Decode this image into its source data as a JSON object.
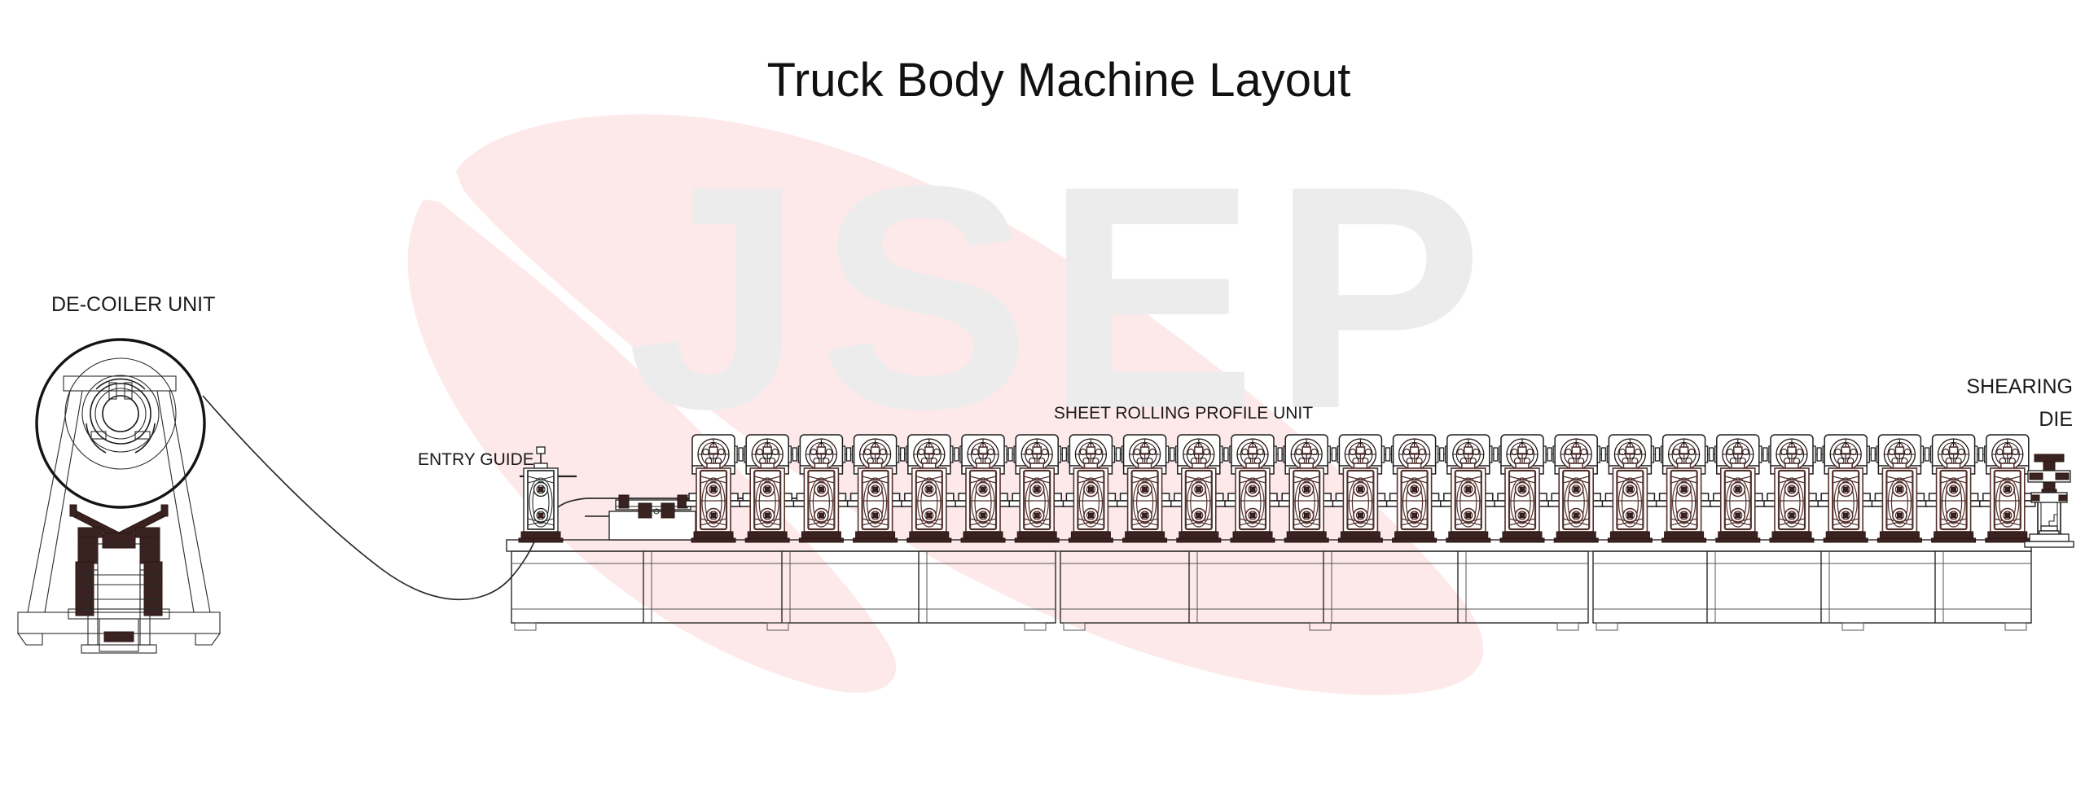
{
  "page": {
    "title": "Truck Body Machine Layout",
    "background_color": "#ffffff"
  },
  "watermark": {
    "text": "JSEP",
    "text_color": "#ececec",
    "swoosh_color": "#fde9e9"
  },
  "labels": {
    "decoiler": "DE-COILER UNIT",
    "entry_guide": "ENTRY GUIDE",
    "rolling_unit": "SHEET ROLLING PROFILE UNIT",
    "shearing_die_line1": "SHEARING",
    "shearing_die_line2": "DIE"
  },
  "diagram": {
    "type": "roll-forming-machine-line",
    "line_color": "#1b1b1b",
    "stand_color": "#52302c",
    "roll_stand_count": 25,
    "base_frame_segments": 3,
    "sections": [
      {
        "name": "de-coiler-unit",
        "label": "DE-COILER UNIT"
      },
      {
        "name": "entry-guide",
        "label": "ENTRY GUIDE"
      },
      {
        "name": "sheet-rolling-profile-unit",
        "label": "SHEET ROLLING PROFILE UNIT"
      },
      {
        "name": "shearing-die",
        "label": "SHEARING DIE"
      }
    ]
  }
}
